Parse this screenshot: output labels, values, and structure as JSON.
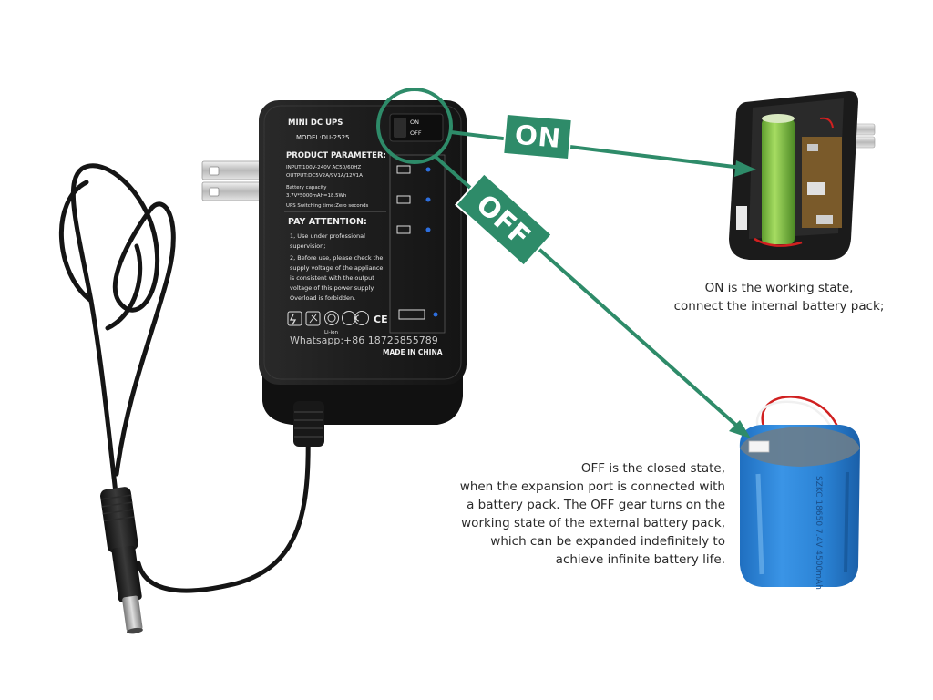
{
  "colors": {
    "accent_green": "#2e8b69",
    "adapter_body": "#1f1f1f",
    "battery_blue": "#2f86d6",
    "internal_cell_green": "#86c94a",
    "caption_text": "#2a2a2a"
  },
  "callouts": {
    "on_tag": "ON",
    "off_tag": "OFF"
  },
  "adapter": {
    "brand_line": "MINI DC UPS",
    "model_line": "MODEL:DU-2525",
    "switch_on": "ON",
    "switch_off": "OFF",
    "param_title": "PRODUCT PARAMETER:",
    "input_line": "INPUT:100V-240V AC50/60HZ",
    "output_line": "OUTPUT:DC5V2A/9V1A/12V1A",
    "battery_line1": "Battery capacity",
    "battery_line2": "3.7V*5000mAh=18.5Wh",
    "switch_time": "UPS Switching time:Zero seconds",
    "attention_title": "PAY ATTENTION:",
    "attention_lines": [
      "1, Use under professional",
      "supervision;",
      "2, Before use, please check the",
      "supply voltage of the appliance",
      "is consistent with the output",
      "voltage of this power supply.",
      "Overload is forbidden."
    ],
    "liion_label": "Li-ion",
    "ce_mark": "CE",
    "whatsapp": "Whatsapp:+86 18725855789",
    "made_in": "MADE IN CHINA"
  },
  "external_battery": {
    "side_print": "SZKC 18650 7.4V 4500mAh"
  },
  "captions": {
    "on": [
      "ON is the working state,",
      "connect the internal battery pack;"
    ],
    "off": [
      "OFF is the closed state,",
      "when the expansion port is connected with",
      "a battery pack. The OFF gear turns on the",
      "working state of the external battery pack,",
      "which can be expanded indefinitely to",
      "achieve infinite battery life."
    ]
  }
}
